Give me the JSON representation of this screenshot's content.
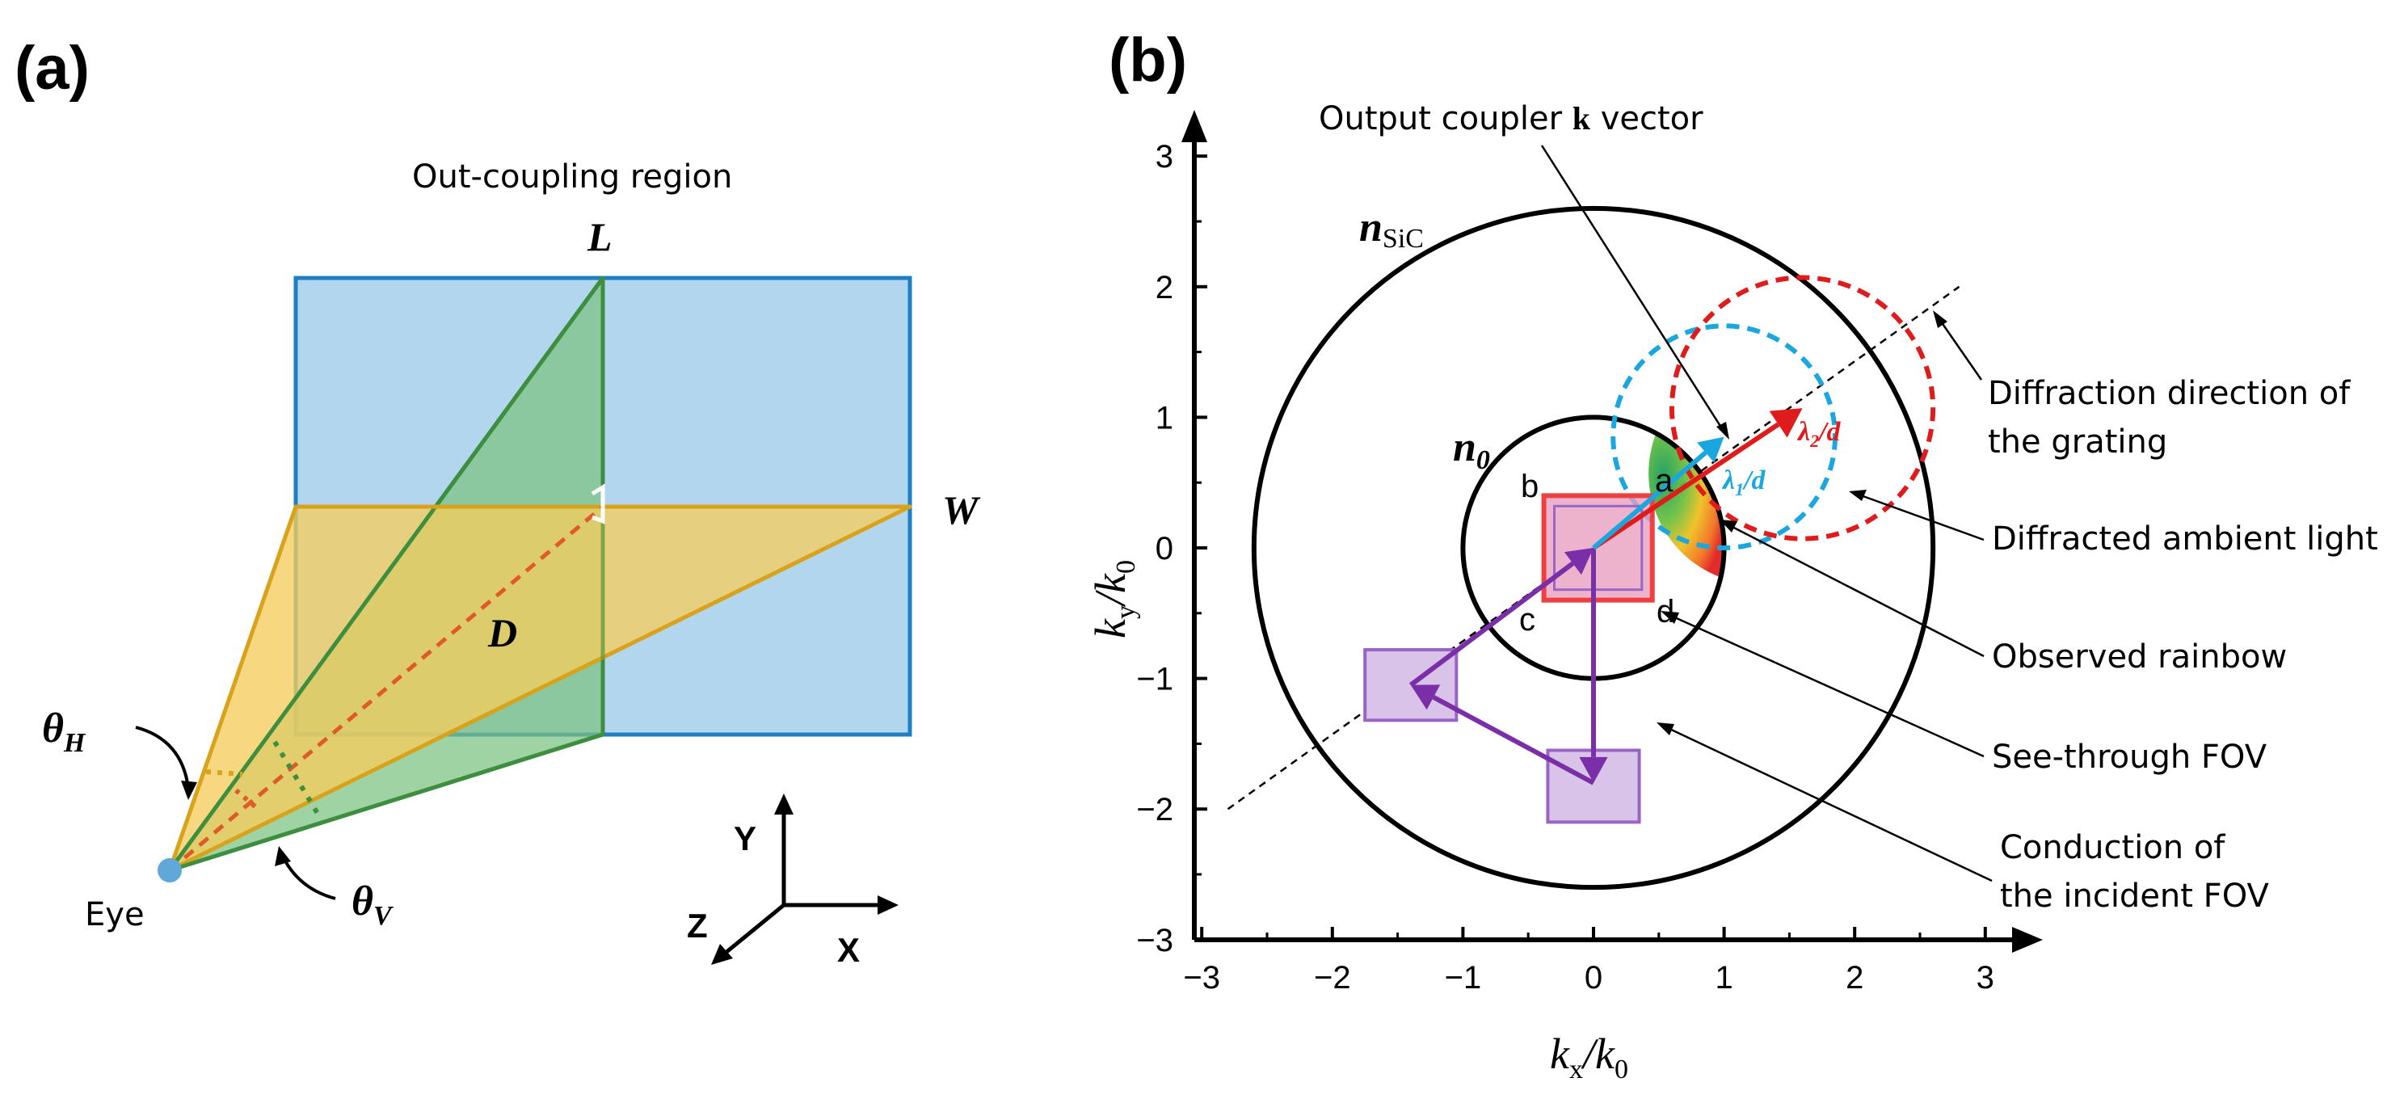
{
  "panel_a": {
    "label": "(a)",
    "region_title": "Out-coupling region",
    "label_L": "L",
    "label_W": "W",
    "label_D": "D",
    "theta_h_sym": "θ",
    "theta_h_sub": "H",
    "theta_v_sym": "θ",
    "theta_v_sub": "V",
    "eye_label": "Eye",
    "axis_y": "Y",
    "axis_x": "X",
    "axis_z": "Z",
    "colors": {
      "region_fill": "#b3d6ef",
      "region_stroke": "#1f7fc2",
      "horizontal_fill": "#f5cd5d",
      "horizontal_stroke": "#d9a21b",
      "vertical_fill": "#7cc281",
      "vertical_stroke": "#3d8f3f",
      "diagonal": "#e0592a",
      "eye": "#5fa8d8"
    }
  },
  "panel_b": {
    "label": "(b)",
    "xlabel_main": "k",
    "xlabel_sub": "x",
    "xlabel_den": "/k",
    "xlabel_den_sub": "0",
    "ylabel_main": "k",
    "ylabel_sub": "y",
    "ylabel_den": "/k",
    "ylabel_den_sub": "0",
    "x_ticks": [
      "−3",
      "−2",
      "−1",
      "0",
      "1",
      "2",
      "3"
    ],
    "y_ticks": [
      "3",
      "2",
      "1",
      "0",
      "−1",
      "−2",
      "−3"
    ],
    "n_sic_sym": "n",
    "n_sic_sub": "SiC",
    "n0_sym": "n",
    "n0_sub": "0",
    "corner_a": "a",
    "corner_b": "b",
    "corner_c": "c",
    "corner_d": "d",
    "lambda1_sym": "λ",
    "lambda1_sub": "1",
    "lambda1_den": "/d",
    "lambda2_sym": "λ",
    "lambda2_sub": "2",
    "lambda2_den": "/d",
    "annotations": {
      "output_coupler_pre": "Output coupler ",
      "output_coupler_k": "k",
      "output_coupler_post": " vector",
      "diffraction_direction_1": "Diffraction direction of",
      "diffraction_direction_2": "the grating",
      "diffracted_ambient": "Diffracted ambient light",
      "observed_rainbow": "Observed rainbow",
      "see_through_fov": "See-through FOV",
      "conduction_1": "Conduction of",
      "conduction_2": "the incident FOV"
    },
    "colors": {
      "lambda1": "#1aa7e0",
      "lambda2": "#e01b1b",
      "fov_fill": "#e8a0c0",
      "fov_stroke": "#ee4040",
      "purple": "#7a2fa8",
      "purple_box_fill": "#d9c3e8",
      "purple_box_stroke": "#9a64c4"
    },
    "chart_data": {
      "type": "diagram",
      "x_range": [
        -3,
        3
      ],
      "y_range": [
        -3,
        3
      ],
      "circles": [
        {
          "name": "n_SiC",
          "center": [
            0,
            0
          ],
          "radius": 2.6
        },
        {
          "name": "n_0",
          "center": [
            0,
            0
          ],
          "radius": 1.0
        },
        {
          "name": "lambda_1/d",
          "center": [
            1.0,
            0.85
          ],
          "radius": 0.85
        },
        {
          "name": "lambda_2/d",
          "center": [
            1.6,
            1.07
          ],
          "radius": 1.0
        }
      ],
      "fov_box": {
        "x": [
          -0.38,
          0.45
        ],
        "y": [
          -0.4,
          0.4
        ]
      },
      "grating_direction_line": {
        "from": [
          -2.8,
          -2.0
        ],
        "to": [
          2.8,
          2.0
        ]
      },
      "vectors": [
        {
          "name": "lambda_1/d",
          "from": [
            0,
            0
          ],
          "to": [
            1.0,
            0.85
          ]
        },
        {
          "name": "lambda_2/d",
          "from": [
            0,
            0
          ],
          "to": [
            1.6,
            1.07
          ]
        }
      ],
      "conduction_path": [
        [
          0,
          0
        ],
        [
          0,
          -1.8
        ],
        [
          -1.4,
          -1.05
        ],
        [
          0,
          0
        ]
      ],
      "shifted_fov_boxes": [
        {
          "x": [
            -1.75,
            -1.05
          ],
          "y": [
            -1.32,
            -0.78
          ]
        },
        {
          "x": [
            -0.35,
            0.35
          ],
          "y": [
            -2.1,
            -1.55
          ]
        }
      ]
    }
  }
}
